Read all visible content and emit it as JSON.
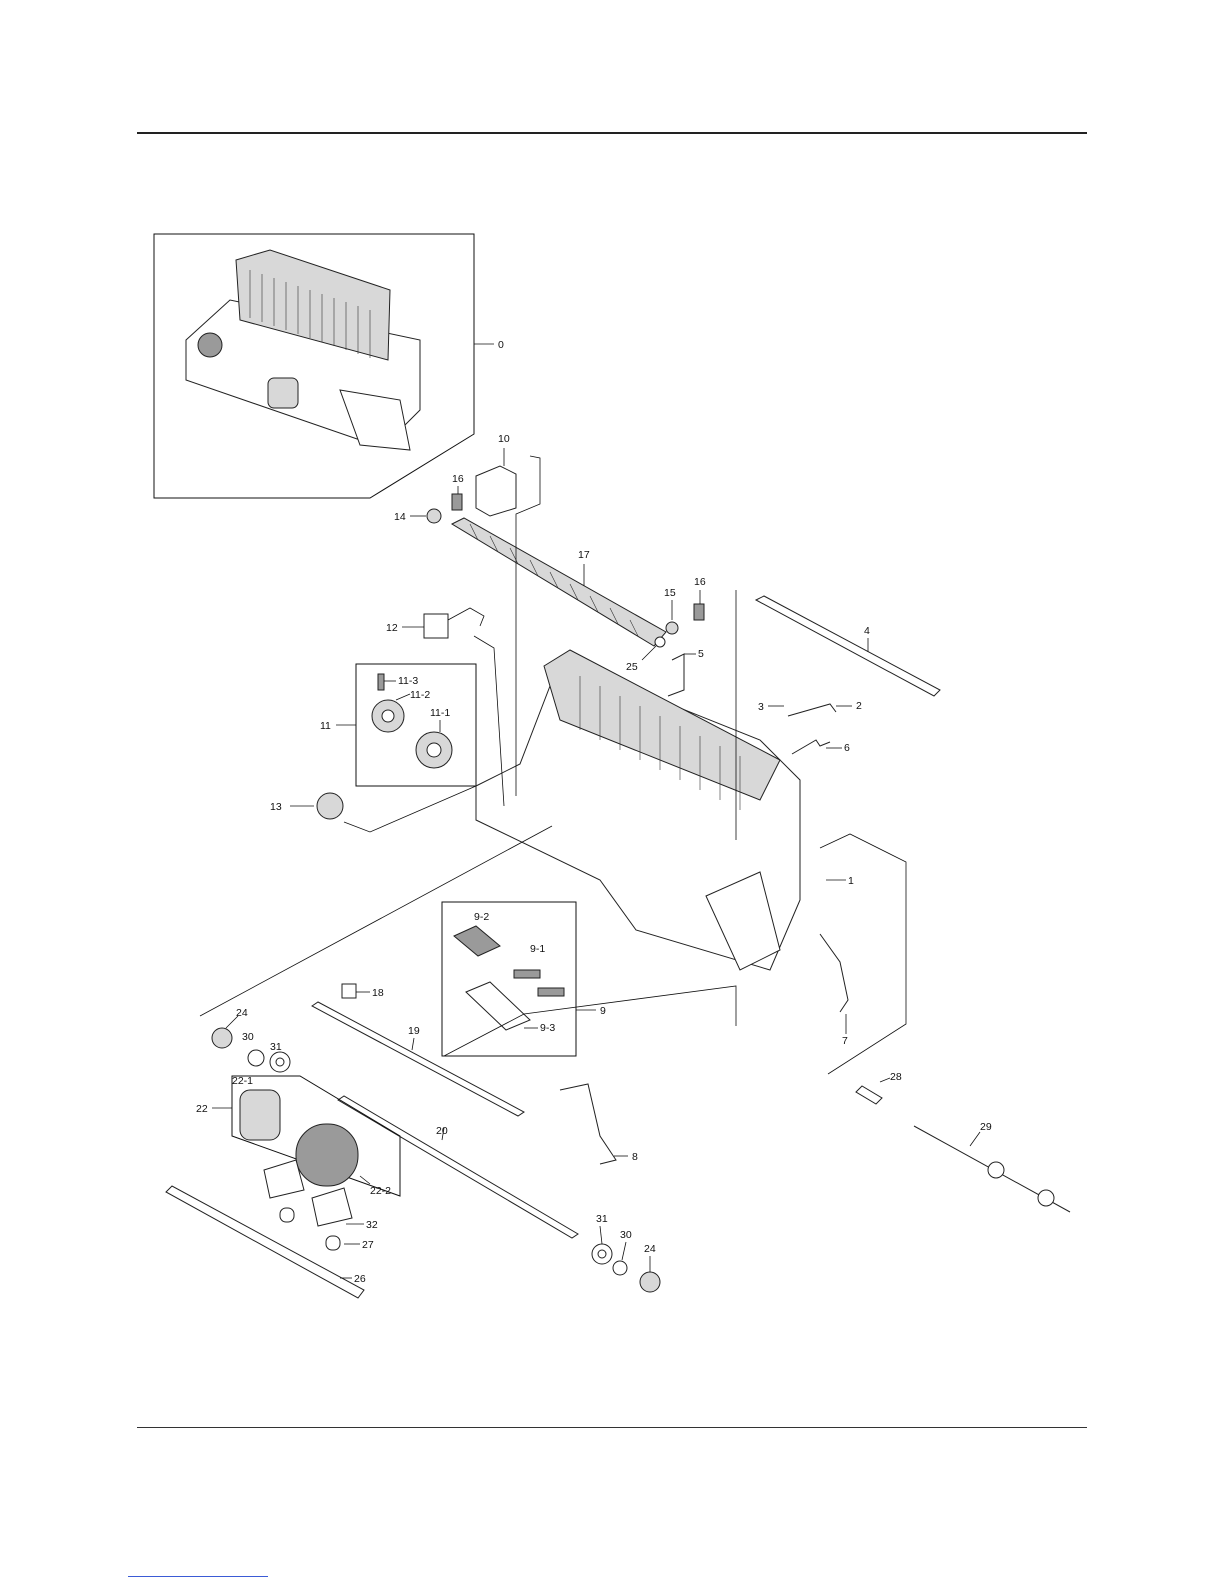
{
  "callouts": {
    "c0": "0",
    "c1": "1",
    "c2": "2",
    "c3": "3",
    "c4": "4",
    "c5": "5",
    "c6": "6",
    "c7": "7",
    "c8": "8",
    "c9": "9",
    "c9_1": "9-1",
    "c9_2": "9-2",
    "c9_3": "9-3",
    "c10": "10",
    "c11": "11",
    "c11_1": "11-1",
    "c11_2": "11-2",
    "c11_3": "11-3",
    "c12": "12",
    "c13": "13",
    "c14": "14",
    "c15": "15",
    "c16a": "16",
    "c16b": "16",
    "c17": "17",
    "c18": "18",
    "c19": "19",
    "c20": "20",
    "c22": "22",
    "c22_1": "22-1",
    "c22_2": "22-2",
    "c24a": "24",
    "c24b": "24",
    "c25": "25",
    "c26": "26",
    "c27": "27",
    "c28": "28",
    "c29": "29",
    "c30a": "30",
    "c30b": "30",
    "c31a": "31",
    "c31b": "31",
    "c32": "32"
  }
}
